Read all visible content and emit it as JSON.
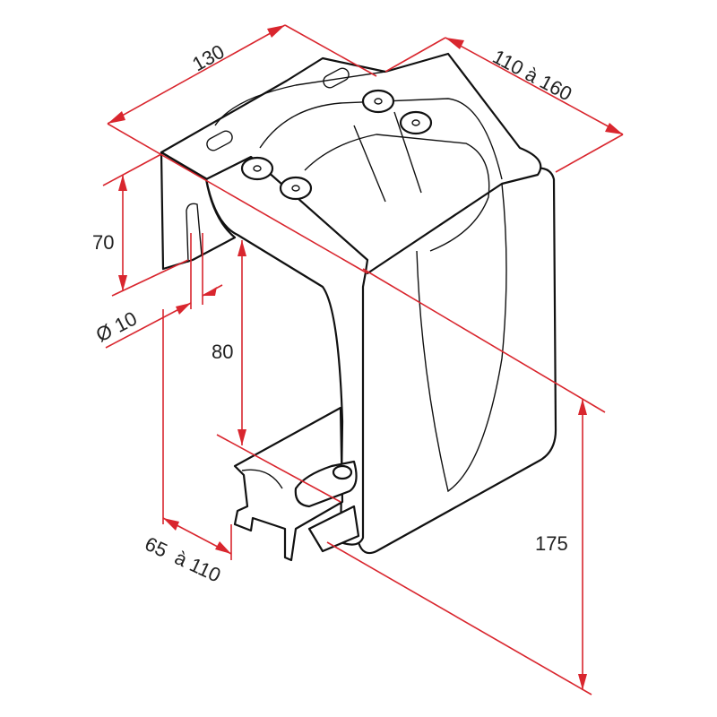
{
  "dimensions": {
    "width": "130",
    "depth": "110 à 160",
    "height_upper": "70",
    "hole_diameter": "Ø 10",
    "opening": "80",
    "rail_width": "65  à 110",
    "total_height": "175"
  },
  "colors": {
    "dimension": "#d9262e",
    "outline": "#111111"
  }
}
